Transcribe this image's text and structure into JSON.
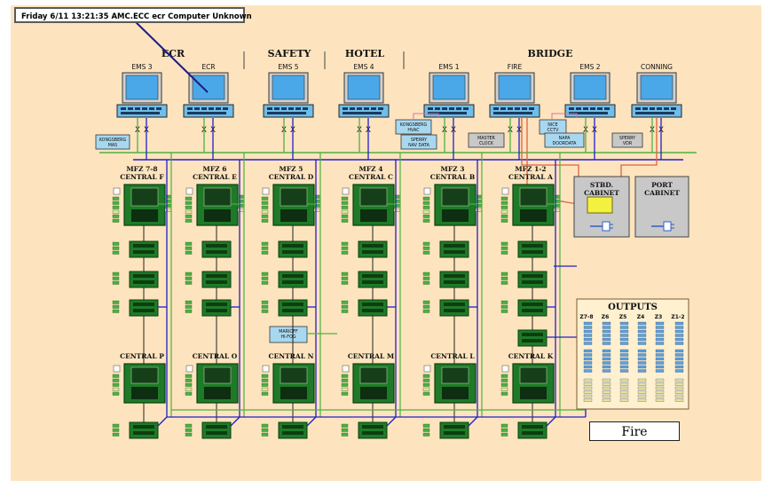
{
  "status_bar": {
    "text": "Friday 6/11 13:21:35  AMC.ECC ecr Computer Unknown"
  },
  "groups": [
    {
      "key": "ecr",
      "label": "ECR"
    },
    {
      "key": "safety",
      "label": "SAFETY"
    },
    {
      "key": "hotel",
      "label": "HOTEL"
    },
    {
      "key": "bridge",
      "label": "BRIDGE"
    }
  ],
  "workstations": [
    {
      "key": "ems3",
      "label": "EMS 3"
    },
    {
      "key": "ecr",
      "label": "ECR"
    },
    {
      "key": "ems5",
      "label": "EMS 5"
    },
    {
      "key": "ems4",
      "label": "EMS 4"
    },
    {
      "key": "ems1",
      "label": "EMS 1"
    },
    {
      "key": "fire",
      "label": "FIRE"
    },
    {
      "key": "ems2",
      "label": "EMS 2"
    },
    {
      "key": "conning",
      "label": "CONNING"
    }
  ],
  "interfaces": [
    {
      "key": "kongsberg-mas",
      "l1": "KONGSBERG",
      "l2": "MAS",
      "color": "#a8d8f0"
    },
    {
      "key": "kongsberg-hvac",
      "l1": "KONGSBERG",
      "l2": "HVAC",
      "color": "#a8d8f0"
    },
    {
      "key": "sperry-nav-data",
      "l1": "SPERRY",
      "l2": "NAV DATA",
      "color": "#a8d8f0"
    },
    {
      "key": "master-clock",
      "l1": "MASTER",
      "l2": "CLOCK",
      "color": "#c8c8c8"
    },
    {
      "key": "nice-cctv",
      "l1": "NICE",
      "l2": "CCTV",
      "color": "#a8d8f0"
    },
    {
      "key": "napa-doordata",
      "l1": "NAPA",
      "l2": "DOORDATA",
      "color": "#a8d8f0"
    },
    {
      "key": "sperry-vdr",
      "l1": "SPERRY",
      "l2": "VDR",
      "color": "#c8c8c8"
    },
    {
      "key": "marioff-hi-fog",
      "l1": "MARIOFF",
      "l2": "HI-FOG",
      "color": "#a8d8f0"
    }
  ],
  "centrals_top": [
    {
      "key": "mfz78",
      "l1": "MFZ 7-8",
      "l2": "CENTRAL F"
    },
    {
      "key": "mfz6",
      "l1": "MFZ 6",
      "l2": "CENTRAL E"
    },
    {
      "key": "mfz5",
      "l1": "MFZ 5",
      "l2": "CENTRAL D"
    },
    {
      "key": "mfz4",
      "l1": "MFZ 4",
      "l2": "CENTRAL C"
    },
    {
      "key": "mfz3",
      "l1": "MFZ 3",
      "l2": "CENTRAL B"
    },
    {
      "key": "mfz12",
      "l1": "MFZ 1-2",
      "l2": "CENTRAL A"
    }
  ],
  "centrals_bottom": [
    {
      "key": "p",
      "label": "CENTRAL P"
    },
    {
      "key": "o",
      "label": "CENTRAL O"
    },
    {
      "key": "n",
      "label": "CENTRAL N"
    },
    {
      "key": "m",
      "label": "CENTRAL M"
    },
    {
      "key": "l",
      "label": "CENTRAL L"
    },
    {
      "key": "k",
      "label": "CENTRAL K"
    }
  ],
  "cabinets": [
    {
      "key": "stbd",
      "l1": "STBD.",
      "l2": "CABINET"
    },
    {
      "key": "port",
      "l1": "PORT",
      "l2": "CABINET"
    }
  ],
  "outputs": {
    "title": "OUTPUTS",
    "zones": [
      "Z7-8",
      "Z6",
      "Z5",
      "Z4",
      "Z3",
      "Z1-2"
    ]
  },
  "fire_button": {
    "label": "Fire"
  },
  "colors": {
    "background": "#fde4be",
    "network_blue": "#2020c8",
    "network_green": "#50b040",
    "alarm_red": "#e06040",
    "pink": "#e070a0",
    "panel_green": "#1f7a28",
    "terminal_blue": "#4aa8e8"
  }
}
